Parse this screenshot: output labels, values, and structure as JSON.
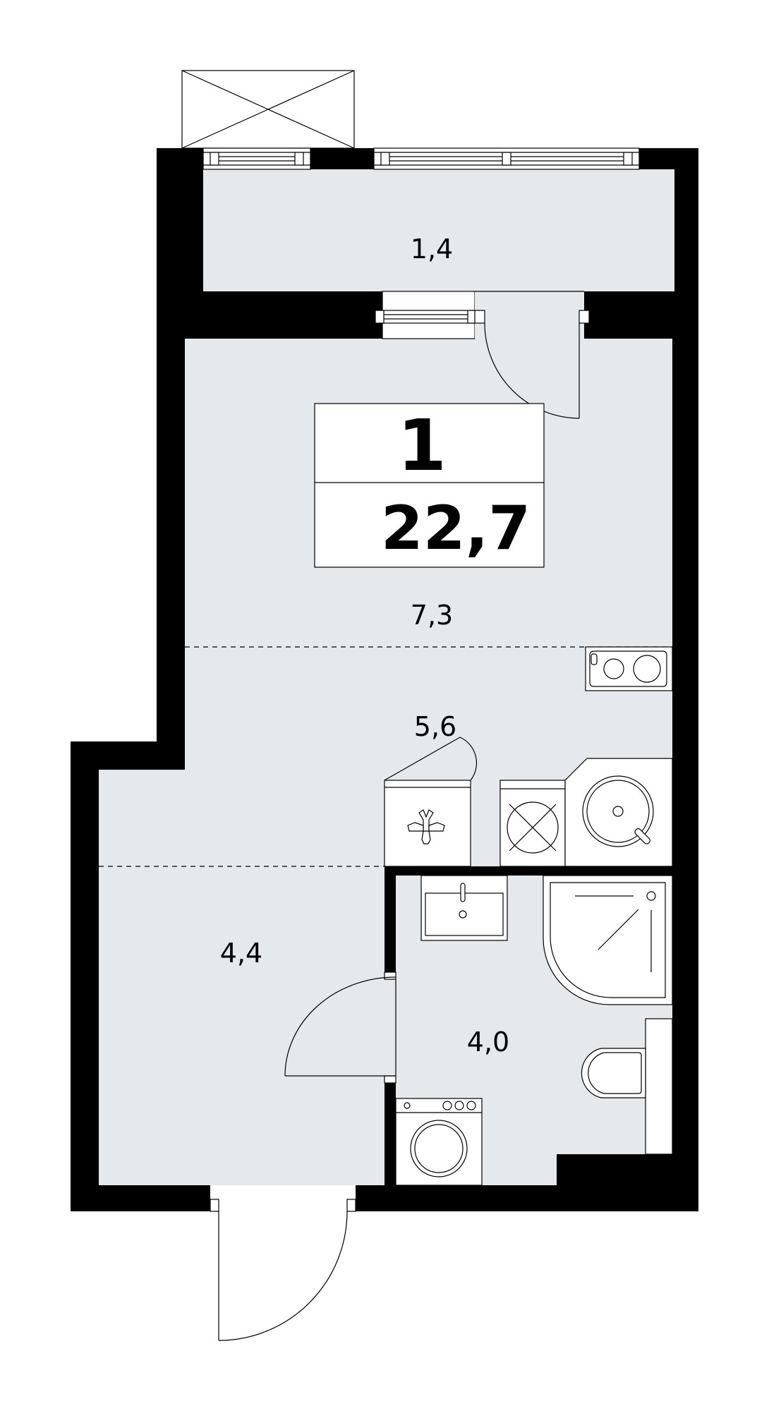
{
  "apartment": {
    "rooms_count": "1",
    "total_area": "22,7"
  },
  "zones": {
    "balcony": "1,4",
    "living": "7,3",
    "kitchen": "5,6",
    "hallway": "4,4",
    "bathroom": "4,0"
  },
  "colors": {
    "floor": "#e6e9ec",
    "wall": "#000000"
  }
}
